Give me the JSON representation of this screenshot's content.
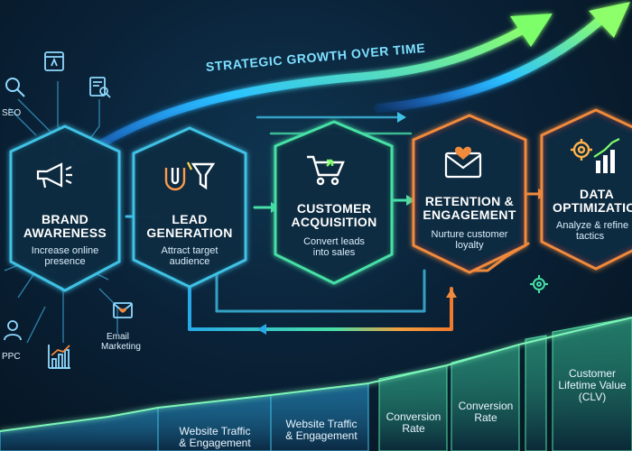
{
  "banner": "STRATEGIC GROWTH OVER TIME",
  "stages": [
    {
      "title_line1": "BRAND",
      "title_line2": "AWARENESS",
      "desc_line1": "Increase online",
      "desc_line2": "presence",
      "icon": "megaphone-icon"
    },
    {
      "title_line1": "LEAD",
      "title_line2": "GENERATION",
      "desc_line1": "Attract target",
      "desc_line2": "audience",
      "icon": "magnet-funnel-icon"
    },
    {
      "title_line1": "CUSTOMER",
      "title_line2": "ACQUISITION",
      "desc_line1": "Convert leads",
      "desc_line2": "into sales",
      "icon": "shopping-cart-icon"
    },
    {
      "title_line1": "RETENTION &",
      "title_line2": "ENGAGEMENT",
      "desc_line1": "Nurture customer",
      "desc_line2": "loyalty",
      "icon": "heart-mail-icon"
    },
    {
      "title_line1": "DATA",
      "title_line2": "OPTIMIZATION",
      "desc_line1": "Analyze & refine",
      "desc_line2": "tactics",
      "icon": "gear-chart-icon"
    }
  ],
  "channels": {
    "seo": "SEO",
    "email_line1": "Email",
    "email_line2": "Marketing",
    "ppc": "PPC"
  },
  "metrics": [
    {
      "line1": "Website Traffic",
      "line2": "& Engagement"
    },
    {
      "line1": "Website Traffic",
      "line2": "& Engagement"
    },
    {
      "line1": "Conversion",
      "line2": "Rate"
    },
    {
      "line1": "Conversion",
      "line2": "Rate"
    },
    {
      "line1": "Customer",
      "line2": "Lifetime Value",
      "line3": "(CLV)"
    }
  ],
  "colors": {
    "hex_border_blue": "#3fc1e6",
    "hex_border_green": "#4fe0a0",
    "hex_border_orange": "#f08a3c",
    "arrow_gradient_start": "#1e90ff",
    "arrow_gradient_end": "#7dff6a"
  }
}
